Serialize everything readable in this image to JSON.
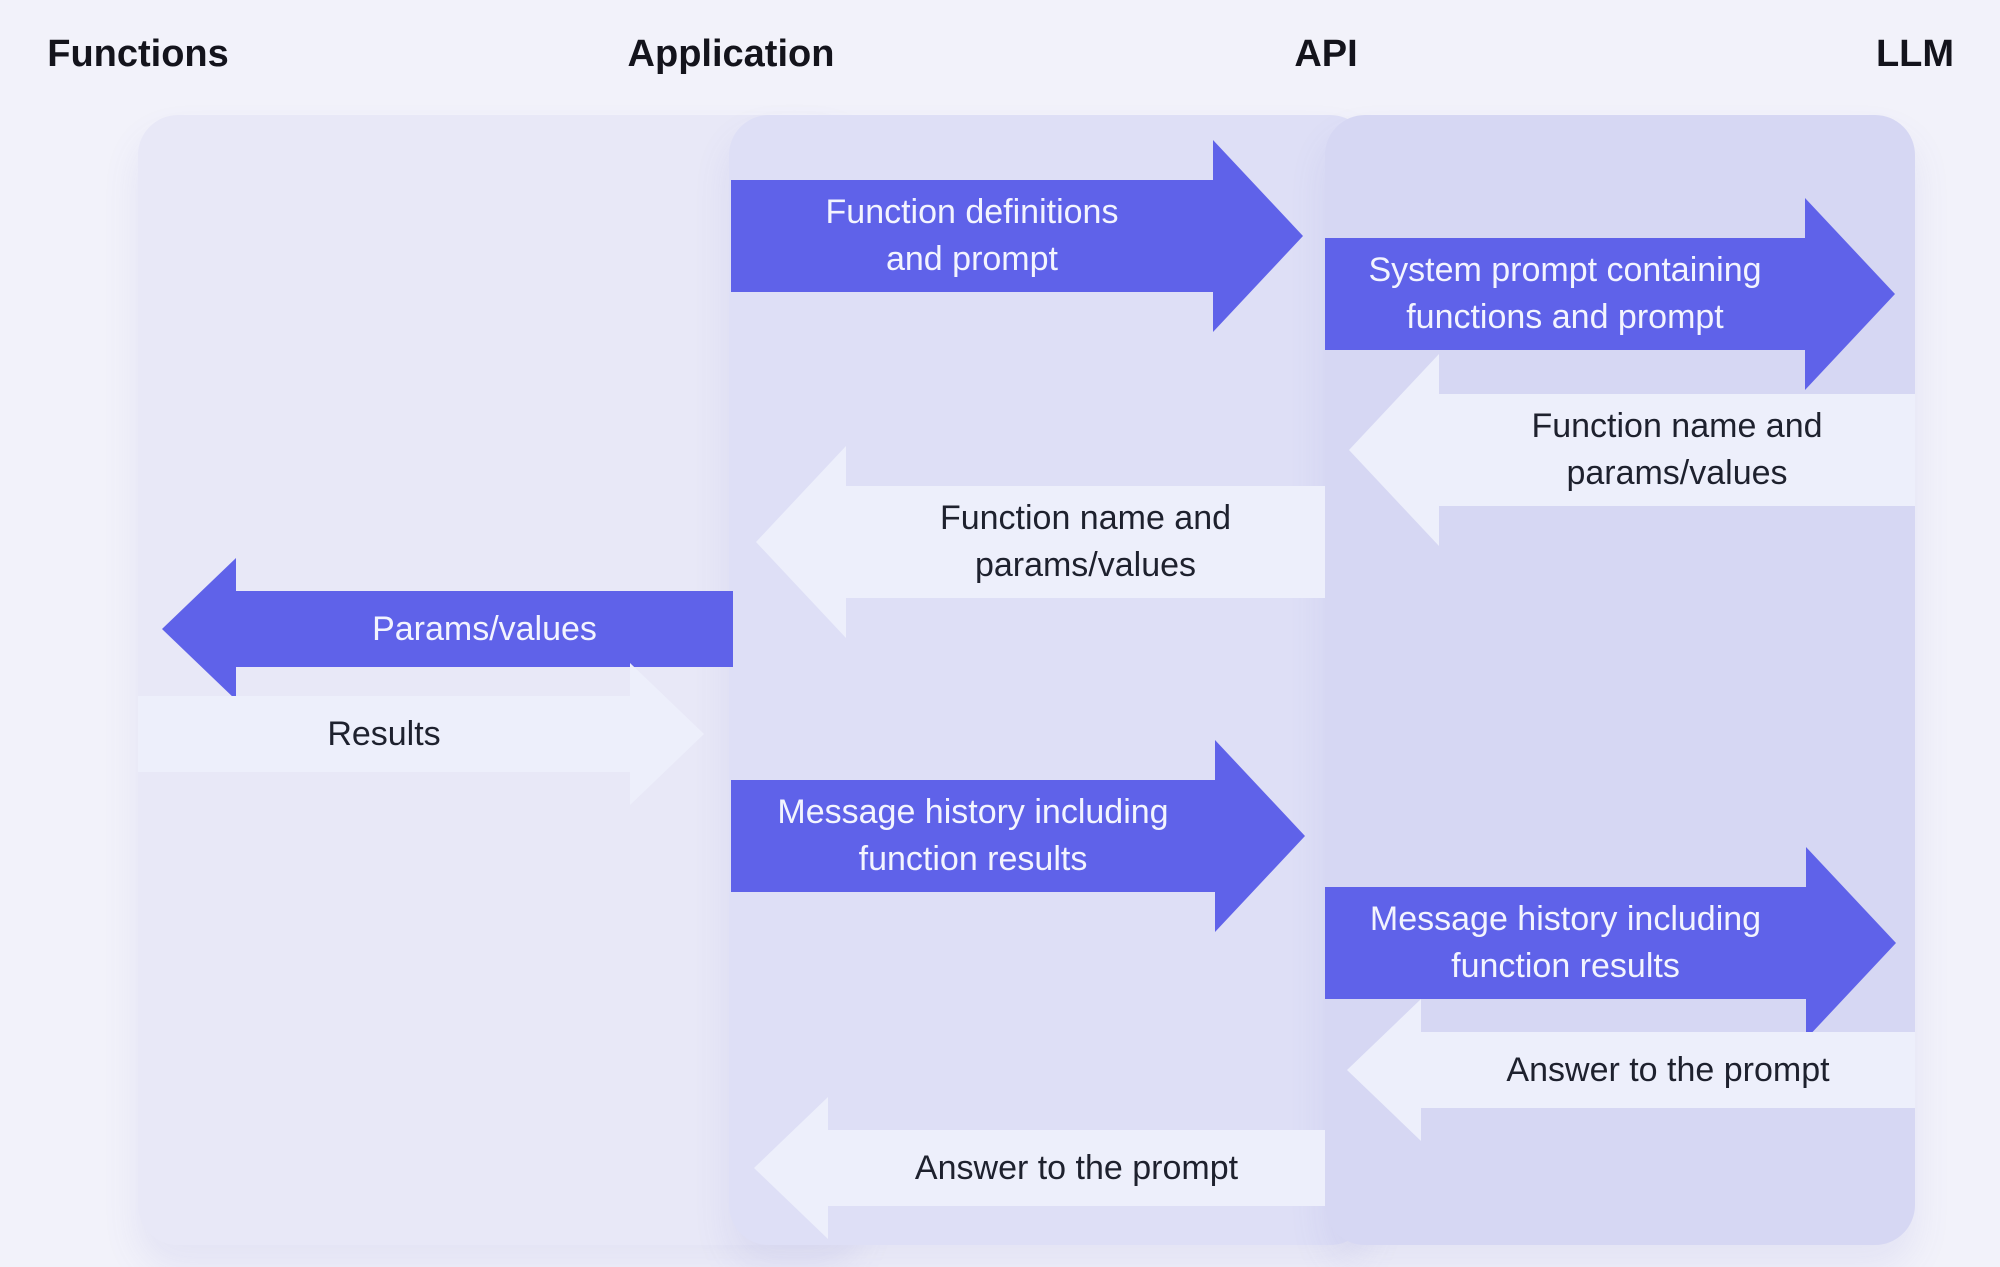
{
  "diagram": {
    "type": "sequence-flow",
    "description_colors": {
      "page_background": "#f2f2fa",
      "panel_functions_application": "#e8e8f7",
      "panel_application_api": "#dedff6",
      "panel_api_llm": "#d6d7f3",
      "arrow_blue": "#5f62e9",
      "arrow_light": "#edeffb",
      "arrow_text_on_blue": "#f3f4fe",
      "arrow_text_dark": "#1e212e",
      "header_text": "#14141c"
    }
  },
  "lanes": [
    {
      "label": "Functions"
    },
    {
      "label": "Application"
    },
    {
      "label": "API"
    },
    {
      "label": "LLM"
    }
  ],
  "arrows": [
    {
      "label": "Function definitions\nand prompt",
      "from": "Application",
      "to": "API",
      "direction": "right",
      "color": "blue"
    },
    {
      "label": "System prompt containing\nfunctions and prompt",
      "from": "API",
      "to": "LLM",
      "direction": "right",
      "color": "blue"
    },
    {
      "label": "Function name and\nparams/values",
      "from": "LLM",
      "to": "API",
      "direction": "left",
      "color": "light"
    },
    {
      "label": "Function name and\nparams/values",
      "from": "API",
      "to": "Application",
      "direction": "left",
      "color": "light"
    },
    {
      "label": "Params/values",
      "from": "Application",
      "to": "Functions",
      "direction": "left",
      "color": "blue"
    },
    {
      "label": "Results",
      "from": "Functions",
      "to": "Application",
      "direction": "right",
      "color": "light"
    },
    {
      "label": "Message history including\nfunction results",
      "from": "Application",
      "to": "API",
      "direction": "right",
      "color": "blue"
    },
    {
      "label": "Message history including\nfunction results",
      "from": "API",
      "to": "LLM",
      "direction": "right",
      "color": "blue"
    },
    {
      "label": "Answer to the prompt",
      "from": "LLM",
      "to": "API",
      "direction": "left",
      "color": "light"
    },
    {
      "label": "Answer to the prompt",
      "from": "API",
      "to": "Application",
      "direction": "left",
      "color": "light"
    }
  ]
}
